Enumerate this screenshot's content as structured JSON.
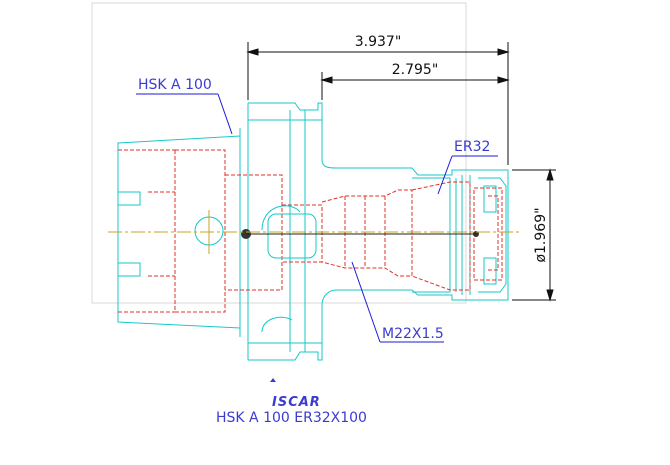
{
  "drawing": {
    "labels": {
      "holder_type": "HSK A 100",
      "overall_length": "3.937\"",
      "gauge_length": "2.795\"",
      "collet": "ER32",
      "diameter": "ø1.969\"",
      "thread": "M22X1.5",
      "part_name": "HSK A 100 ER32X100"
    },
    "logo": {
      "text": "ISCAR"
    },
    "colors": {
      "outline": "#17c8c8",
      "hidden": "#e0302a",
      "centerline": "#c8a020",
      "dimension": "#111111",
      "annotation_text": "#3b3bd0",
      "leader": "#1b1bd8",
      "frame": "#d8d8d8"
    }
  }
}
